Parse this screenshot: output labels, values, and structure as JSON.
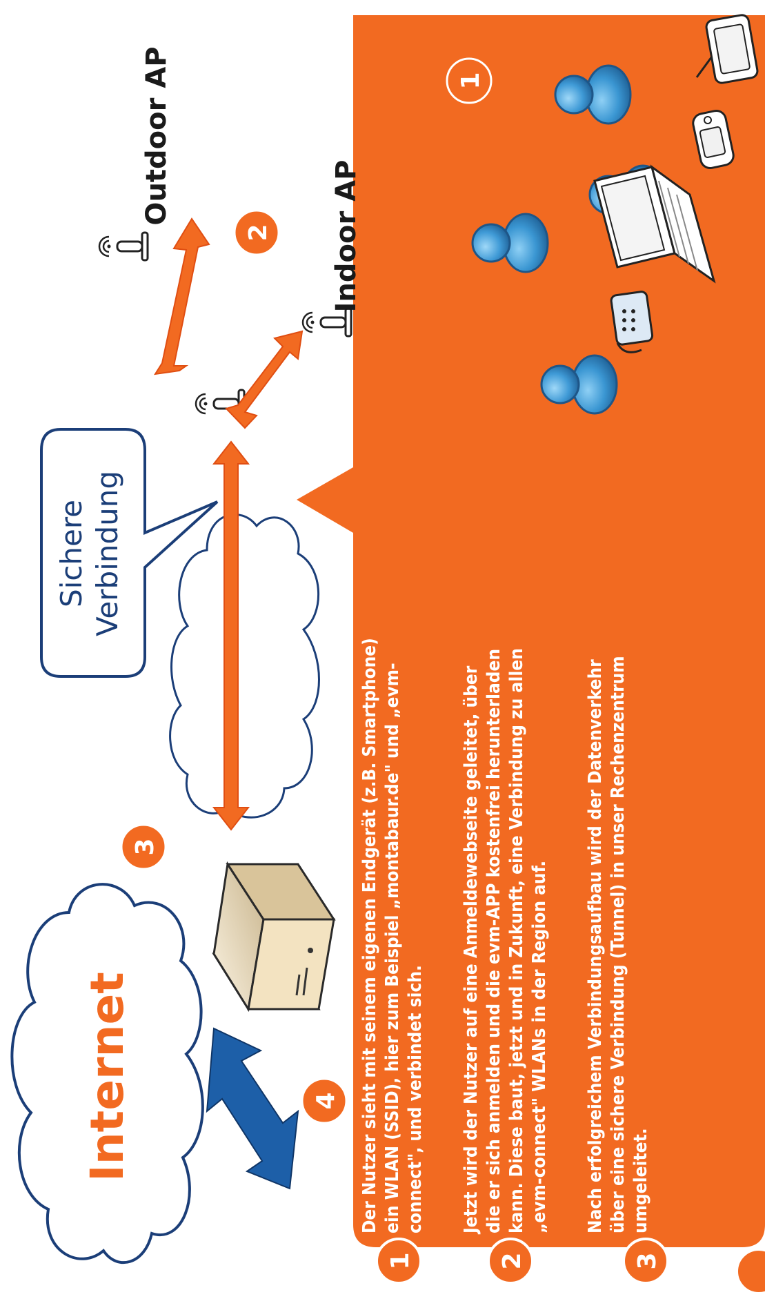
{
  "colors": {
    "orange": "#f26a21",
    "orange_dark": "#e04e12",
    "blue_dark": "#1b3e78",
    "person_blue": "#3a96d2",
    "arrow_blue": "#1d5fa8"
  },
  "labels": {
    "internet": "Internet",
    "speech": [
      "Sichere",
      "Verbindung"
    ],
    "outdoor_ap": "Outdoor AP",
    "indoor_ap": "Indoor AP"
  },
  "badges": {
    "one": "1",
    "two": "2",
    "three": "3",
    "four": "4"
  },
  "panel": {
    "step1_num": "1",
    "step1": "Der Nutzer sieht mit seinem eigenen Endgerät (z.B. Smartphone) ein WLAN (SSID), hier zum Beispiel „montabaur.de\" und „evm-connect\", und verbindet sich.",
    "step2_num": "2",
    "step2": "Jetzt wird der  Nutzer auf eine Anmeldewebseite geleitet, über die er sich anmelden und die evm-APP kostenfrei herunterladen kann. Diese baut, jetzt und in Zukunft, eine Verbindung zu allen „evm-connect\" WLANs in der Region auf.",
    "step3_num": "3",
    "step3": "Nach erfolgreichem Verbindungsaufbau wird der Datenverkehr über eine sichere Verbindung (Tunnel) in  unser Rechenzentrum umgeleitet."
  },
  "icons": {
    "cloud": "cloud-icon",
    "server": "server-icon",
    "antenna": "antenna-icon",
    "person": "person-icon",
    "tablet": "tablet-icon",
    "laptop": "laptop-icon",
    "smartphone": "smartphone-icon",
    "handheld": "handheld-icon",
    "phone": "phone-icon"
  }
}
